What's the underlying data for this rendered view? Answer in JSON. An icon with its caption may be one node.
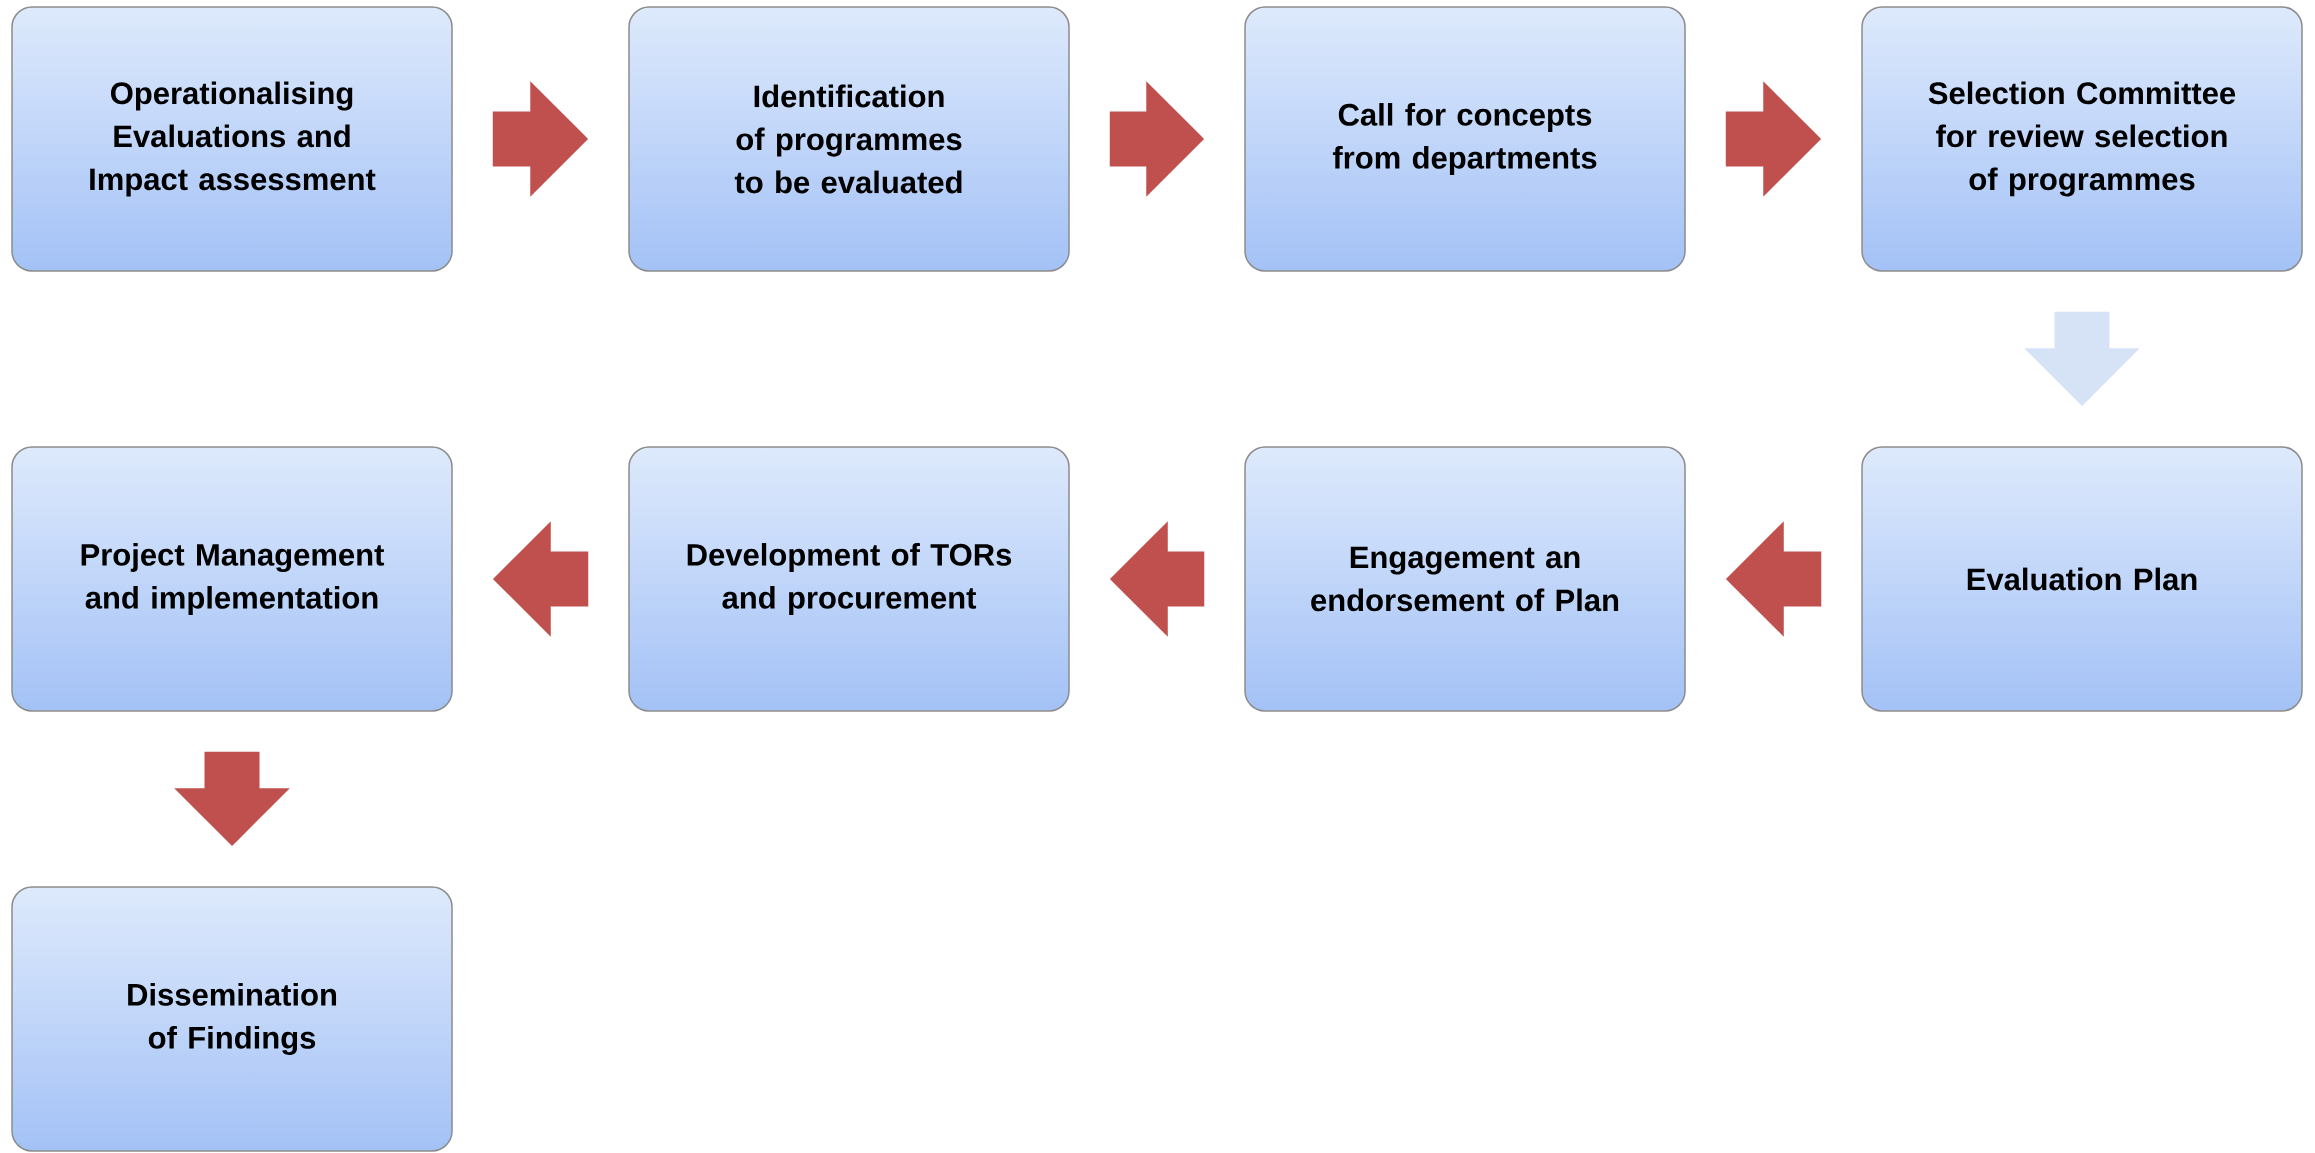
{
  "diagram": {
    "nodes": [
      {
        "text": [
          "Operationalising Evaluations and Impact assessment"
        ]
      },
      {
        "text": [
          "Identification of programmes to be evaluated"
        ]
      },
      {
        "text": [
          "Call for concepts from departments"
        ]
      },
      {
        "text": [
          "Selection Committee for review selection of programmes"
        ]
      },
      {
        "text": [
          "Evaluation Plan"
        ]
      },
      {
        "text": [
          "Engagement an endorsement of Plan"
        ]
      },
      {
        "text": [
          "Development of TORs and procurement"
        ]
      },
      {
        "text": [
          "Project Management and implementation"
        ]
      },
      {
        "text": [
          "Dissemination of Findings"
        ]
      }
    ],
    "edges": [
      {
        "from": 0,
        "to": 1,
        "arrow": "to"
      },
      {
        "from": 1,
        "to": 2,
        "arrow": "to"
      },
      {
        "from": 2,
        "to": 3,
        "arrow": "to"
      },
      {
        "from": 3,
        "to": 4,
        "arrow": "to",
        "color": "#d6e3f7"
      },
      {
        "from": 4,
        "to": 5,
        "arrow": "to"
      },
      {
        "from": 5,
        "to": 6,
        "arrow": "to"
      },
      {
        "from": 6,
        "to": 7,
        "arrow": "to"
      },
      {
        "from": 7,
        "to": 8,
        "arrow": "to"
      }
    ]
  }
}
